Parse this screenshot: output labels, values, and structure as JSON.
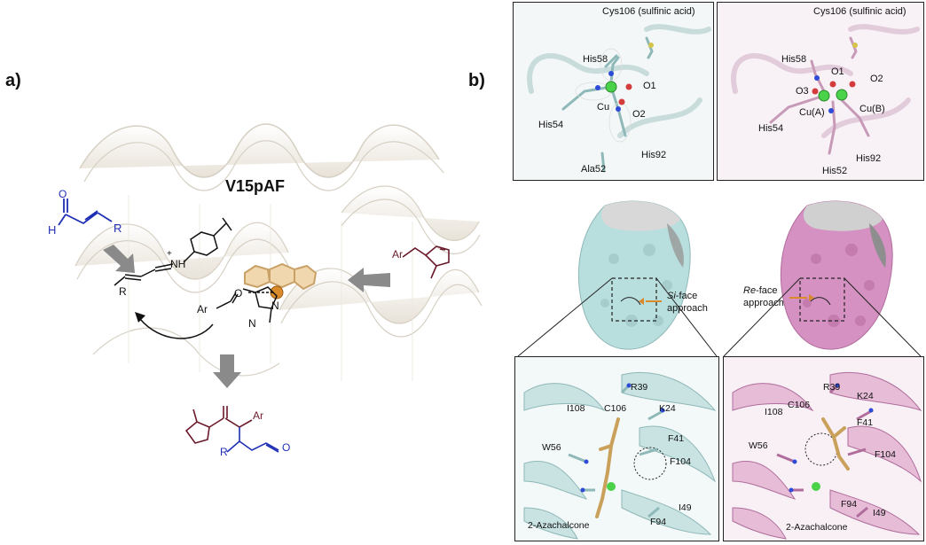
{
  "panel_a": {
    "letter": "a)",
    "variant_label": "V15pAF",
    "aldehyde_h": "H",
    "aldehyde_r": "R",
    "iminium_n": "NH",
    "iminium_plus": "+",
    "enolate_ar": "Ar",
    "enolate_o": "O",
    "enolate_n1": "N",
    "enolate_n2": "N",
    "substrate_ar": "Ar",
    "dienamine_r": "R",
    "product_ar": "Ar",
    "product_r": "R",
    "product_o": "O",
    "colors": {
      "aldehyde": "#1f2fb5",
      "substrate": "#6b1a2a",
      "arrow": "#8a8a8a",
      "copper": "#d98a2b",
      "ligand": "#d9b27a"
    }
  },
  "panel_b": {
    "letter": "b)",
    "top_left": {
      "title": "Cys106 (sulfinic acid)",
      "labels": [
        "His58",
        "O1",
        "Cu",
        "O2",
        "His54",
        "His92",
        "Ala52"
      ]
    },
    "top_right": {
      "title": "Cys106 (sulfinic acid)",
      "labels": [
        "His58",
        "O1",
        "O2",
        "O3",
        "Cu(A)",
        "Cu(B)",
        "His54",
        "His92",
        "His52"
      ]
    },
    "surface_left": {
      "face_italic": "Si",
      "face_rest": "-face",
      "approach": "approach",
      "color": "#b9dede"
    },
    "surface_right": {
      "face_italic": "Re",
      "face_rest": "-face",
      "approach": "approach",
      "color": "#d591c1"
    },
    "bottom_left": {
      "labels": [
        "R39",
        "I108",
        "C106",
        "K24",
        "F41",
        "W56",
        "F104",
        "I49",
        "F94",
        "2-Azachalcone"
      ]
    },
    "bottom_right": {
      "labels": [
        "R39",
        "K24",
        "C106",
        "I108",
        "F41",
        "W56",
        "F104",
        "F94",
        "I49",
        "2-Azachalcone"
      ]
    }
  }
}
